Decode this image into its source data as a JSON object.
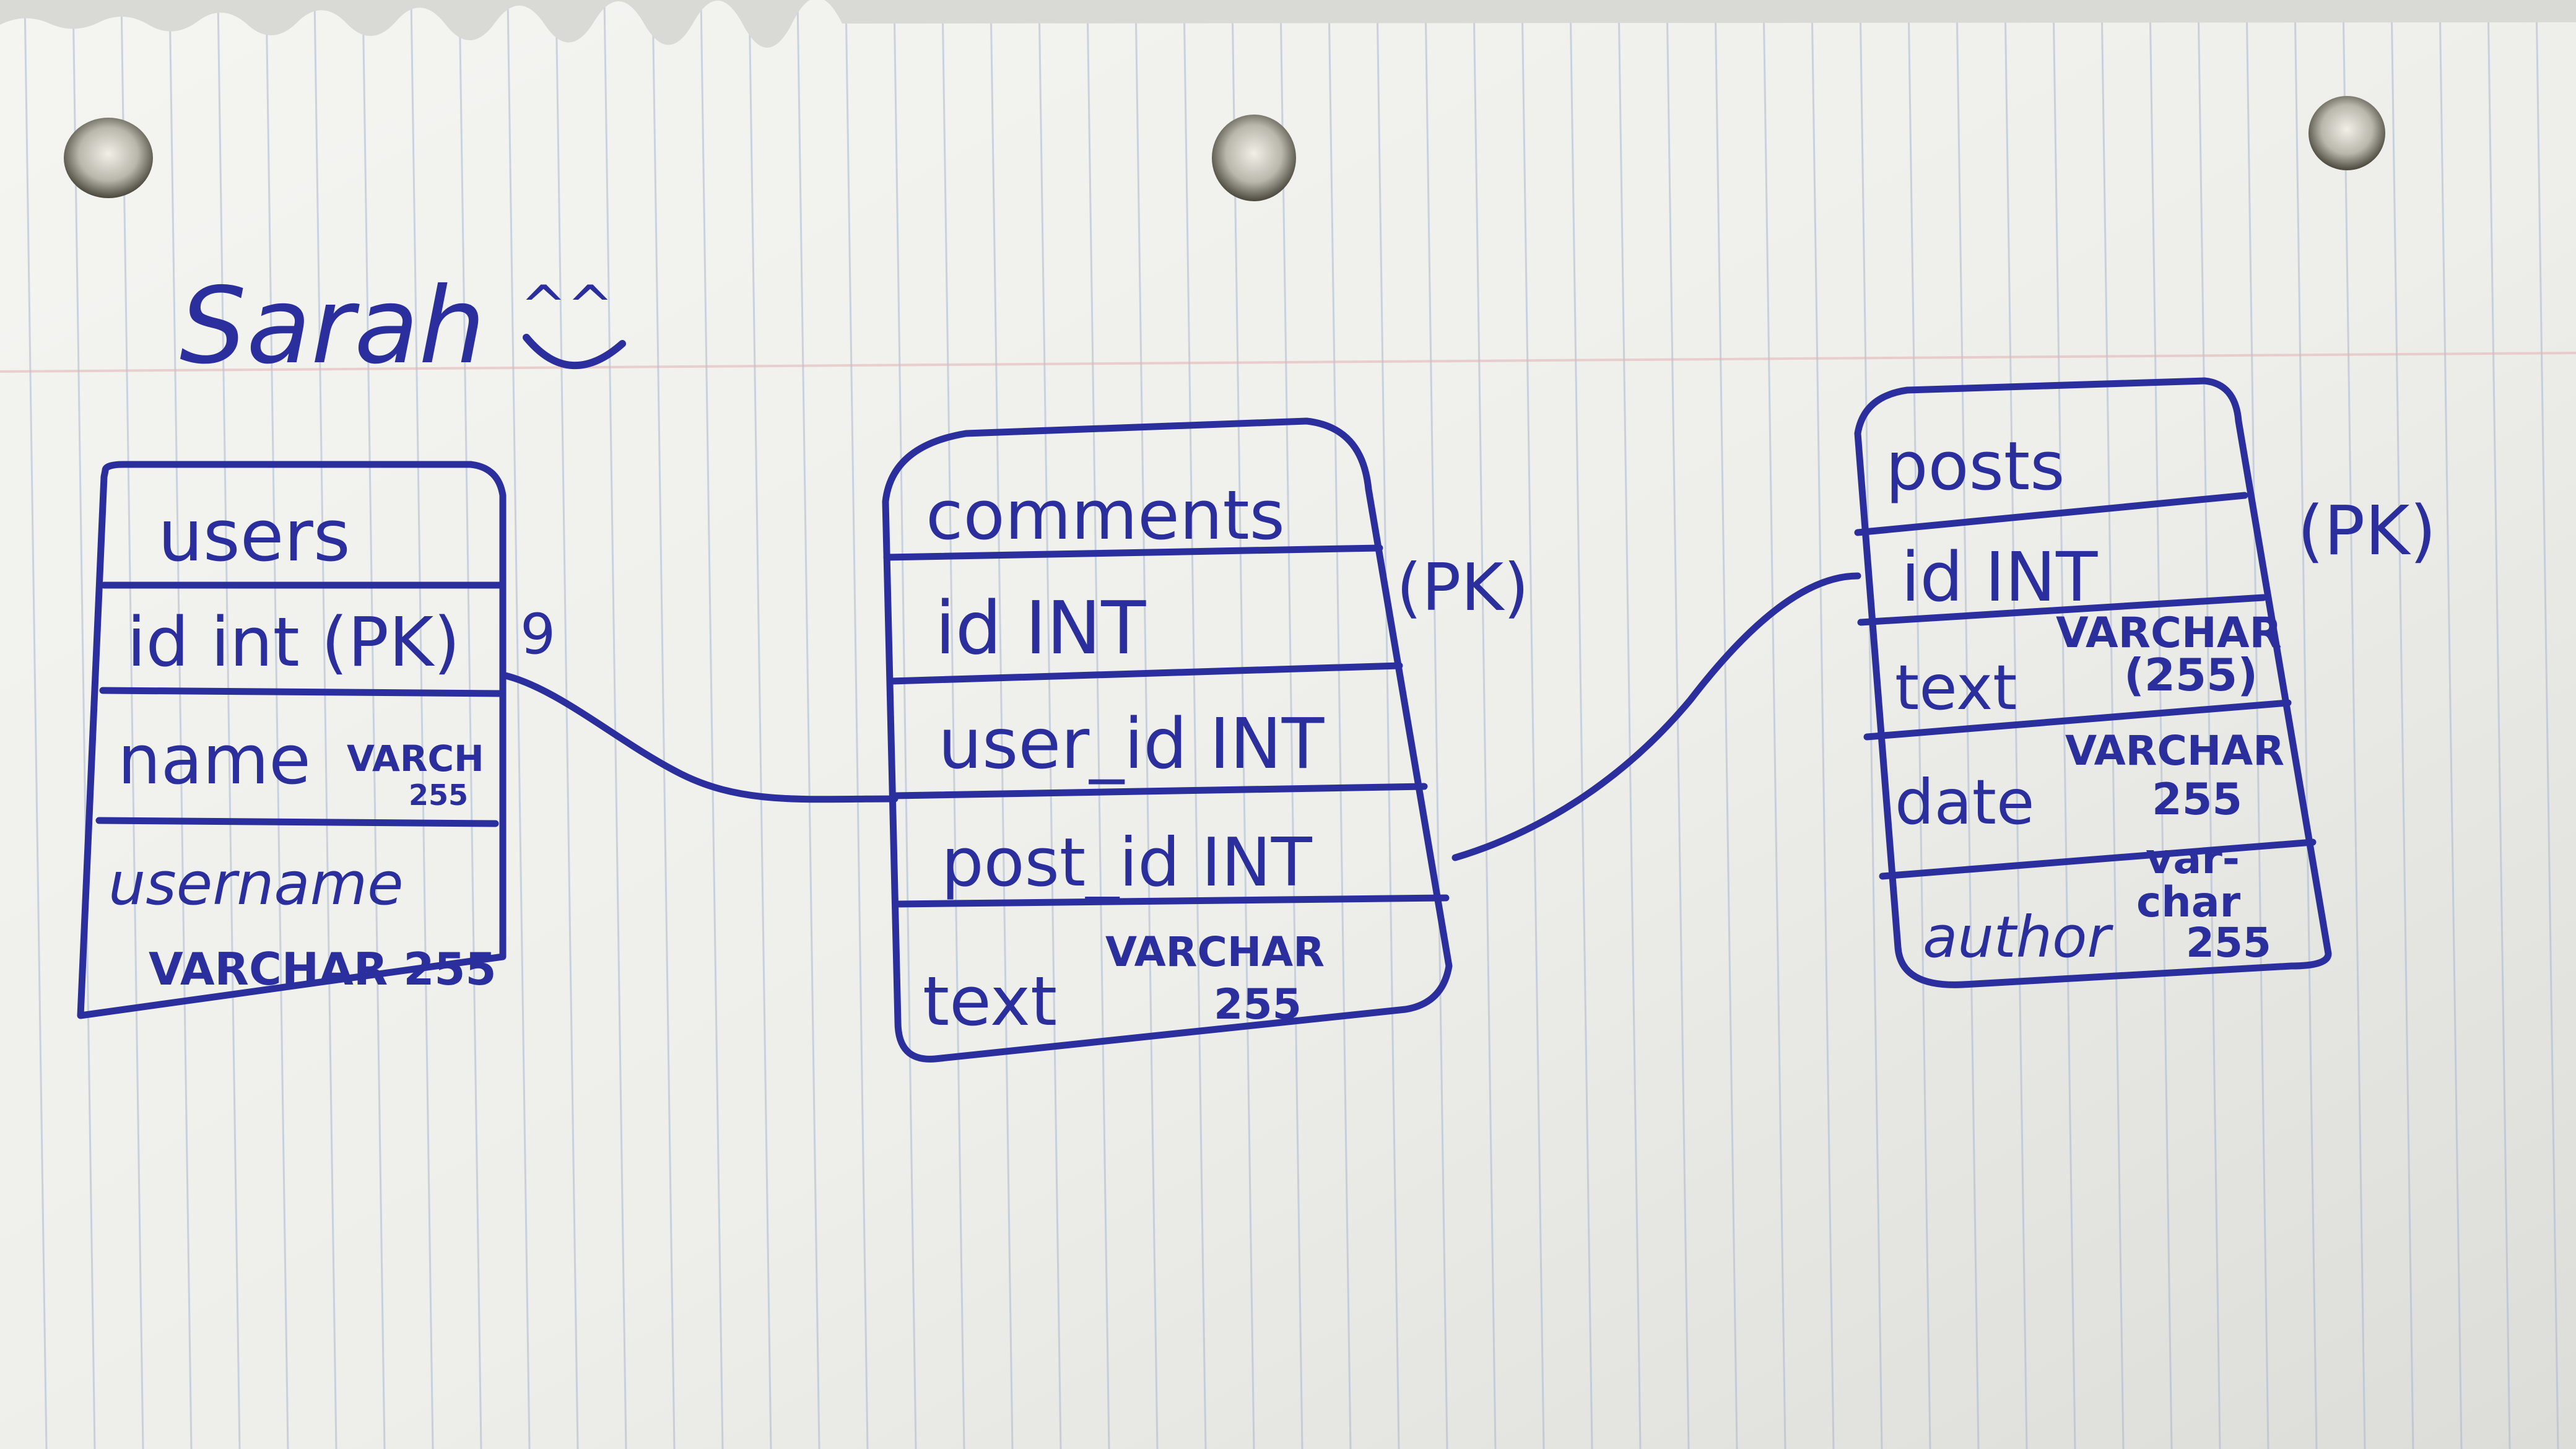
{
  "author_note": {
    "name": "Sarah",
    "face": "^^"
  },
  "tables": {
    "users": {
      "title": "users",
      "rows": {
        "id": "id int (PK)",
        "id_marker": "9",
        "name": "name",
        "name_type": "VARCH",
        "name_size": "255",
        "username": "username",
        "username_type": "VARCHAR 255"
      }
    },
    "comments": {
      "title": "comments",
      "pk_label": "(PK)",
      "rows": {
        "id": "id INT",
        "user_id": "user_id INT",
        "post_id": "post_id INT",
        "text": "text",
        "text_type": "VARCHAR",
        "text_size": "255"
      }
    },
    "posts": {
      "title": "posts",
      "pk_label": "(PK)",
      "rows": {
        "id": "id INT",
        "text": "text",
        "text_type": "VARCHAR",
        "text_size": "(255)",
        "date": "date",
        "date_type": "VARCHAR",
        "date_size": "255",
        "author": "author",
        "author_type_1": "var-",
        "author_type_2": "char",
        "author_size": "255"
      }
    }
  },
  "colors": {
    "ink": "#2b2f9e",
    "paper": "#ececea",
    "rule_line": "#a9b8d4",
    "margin_line": "#e3b7b7"
  }
}
